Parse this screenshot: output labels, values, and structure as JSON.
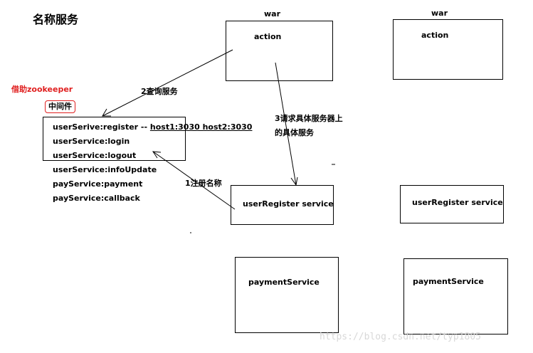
{
  "title": "名称服务",
  "zookeeper_note": "借助zookeeper",
  "middleware_label": "中间件",
  "registry": {
    "lines": [
      {
        "name": "userSerive:register",
        "suffix": " -- ",
        "hosts": "host1:3030 host2:3030"
      },
      {
        "name": "userService:login"
      },
      {
        "name": "userService:logout"
      },
      {
        "name": "userService:infoUpdate"
      },
      {
        "name": "payService:payment"
      },
      {
        "name": "payService:callback"
      }
    ]
  },
  "left_column": {
    "war_label": "war",
    "action_label": "action",
    "user_service_label": "userRegister service",
    "payment_service_label": "paymentService"
  },
  "right_column": {
    "war_label": "war",
    "action_label": "action",
    "user_service_label": "userRegister service",
    "payment_service_label": "paymentService"
  },
  "edges": {
    "query": "2查询服务",
    "request_line1": "3请求具体服务器上",
    "request_line2": "的具体服务",
    "register": "1注册名称"
  },
  "watermark": "https://blog.csdn.net/typ1805"
}
